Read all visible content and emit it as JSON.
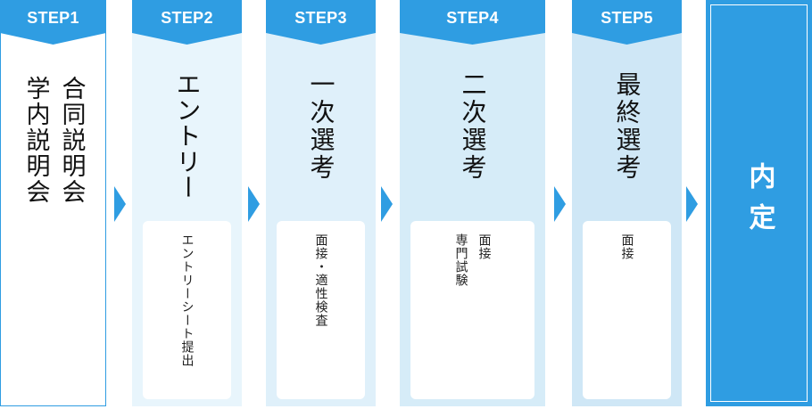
{
  "colors": {
    "accent": "#2f9de2",
    "text": "#111111",
    "card": "#ffffff"
  },
  "steps": [
    {
      "label": "STEP1",
      "title_lines": [
        "合同説明会",
        "学内説明会"
      ],
      "card": null
    },
    {
      "label": "STEP2",
      "title": "エントリー",
      "card": [
        "エントリーシート提出"
      ]
    },
    {
      "label": "STEP3",
      "title": "一次選考",
      "card": [
        "面接・適性検査"
      ]
    },
    {
      "label": "STEP4",
      "title": "二次選考",
      "card": [
        "面接",
        "専門試験"
      ]
    },
    {
      "label": "STEP5",
      "title": "最終選考",
      "card": [
        "面接"
      ]
    }
  ],
  "final": {
    "title": "内定"
  },
  "arrow_icon": "triangle-right-icon"
}
